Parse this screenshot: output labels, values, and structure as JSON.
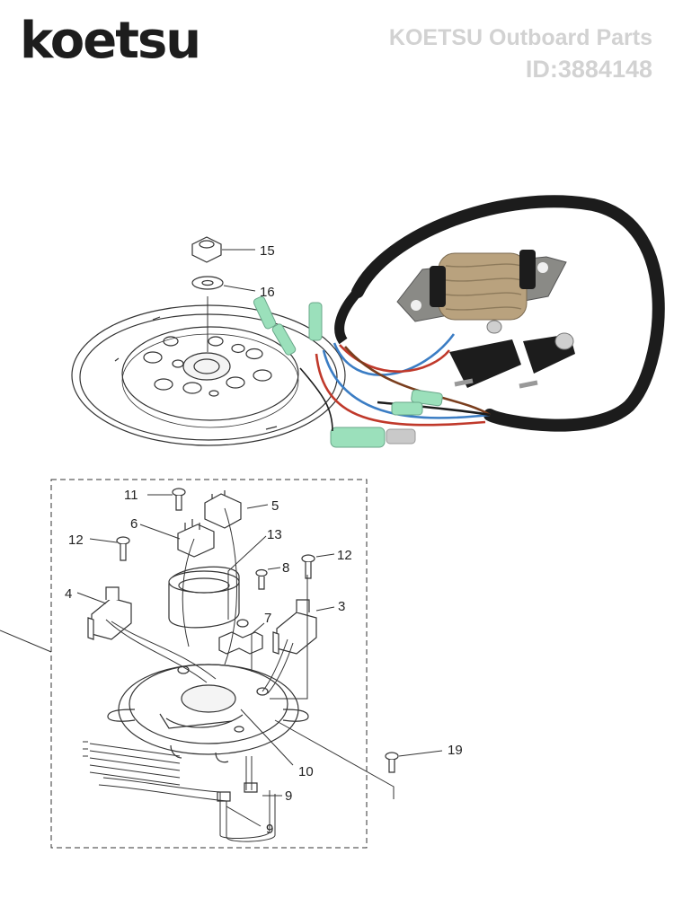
{
  "brand": {
    "logo_text": "koetsu"
  },
  "watermark": {
    "line1": "KOETSU Outboard Parts",
    "line2": "ID:3884148"
  },
  "callouts": {
    "c15": "15",
    "c16": "16",
    "c11": "11",
    "c5": "5",
    "c6": "6",
    "c13": "13",
    "c12a": "12",
    "c12b": "12",
    "c8": "8",
    "c4": "4",
    "c3": "3",
    "c7": "7",
    "c10": "10",
    "c9a": "9",
    "c9b": "9",
    "c19": "19"
  },
  "colors": {
    "line": "#333333",
    "coil_winding": "#b9a27e",
    "bracket": "#8a8a86",
    "harness": "#1c1c1c",
    "wire_red": "#c0392b",
    "wire_blue": "#3b7dc4",
    "wire_brown": "#7a3e1e",
    "connector": "#9be0bb"
  }
}
